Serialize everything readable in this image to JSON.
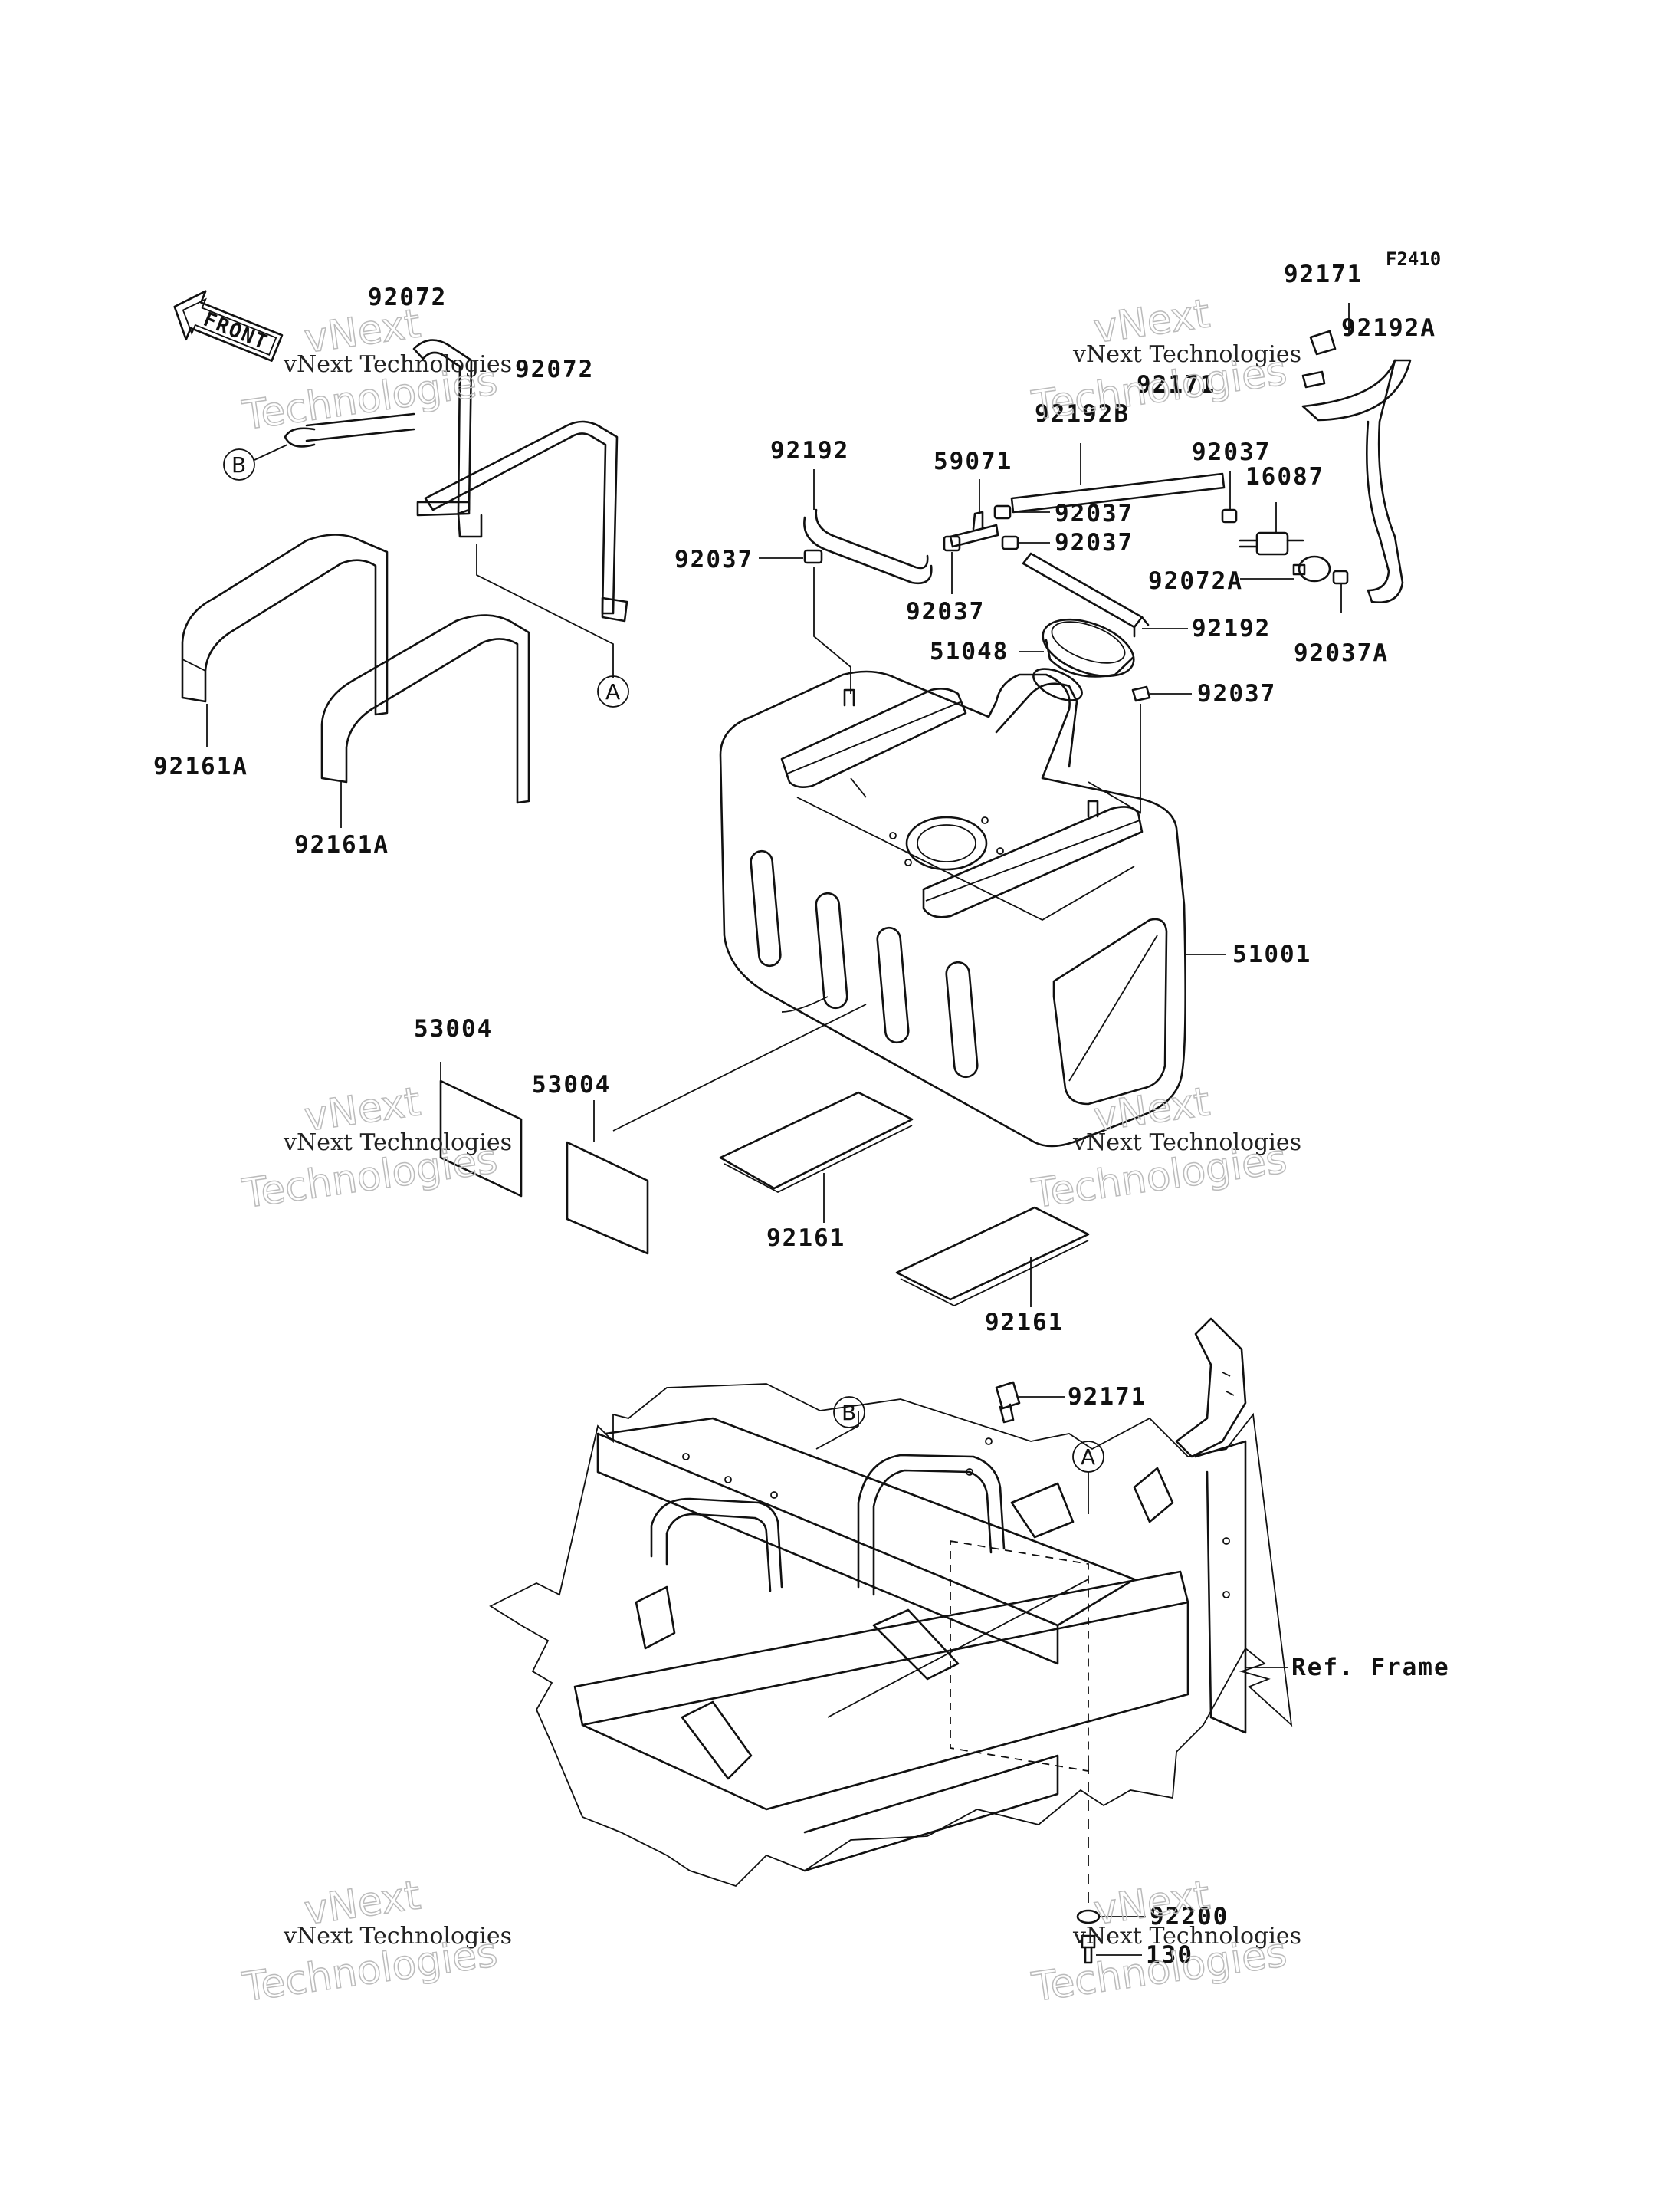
{
  "figure": {
    "code": "F2410",
    "front_arrow_label": "FRONT",
    "ref_frame_label": "Ref. Frame"
  },
  "callouts": {
    "a": "A",
    "b": "B"
  },
  "parts": {
    "p92072_upper": "92072",
    "p92072_lower": "92072",
    "p92161A_left": "92161A",
    "p92161A_right": "92161A",
    "p92192_left": "92192",
    "p92037_left": "92037",
    "p59071": "59071",
    "p92192B": "92192B",
    "p92037_mid1": "92037",
    "p92037_mid2": "92037",
    "p92037_mid3": "92037",
    "p92171_top": "92171",
    "p92192A": "92192A",
    "p92171_mid": "92171",
    "p92037_right": "92037",
    "p16087": "16087",
    "p92072A": "92072A",
    "p92037A": "92037A",
    "p92192_right": "92192",
    "p51048": "51048",
    "p92037_lower": "92037",
    "p51001": "51001",
    "p53004_left": "53004",
    "p53004_right": "53004",
    "p92161_left": "92161",
    "p92161_right": "92161",
    "p92171_frame": "92171",
    "p92200": "92200",
    "p130": "130"
  },
  "watermarks": [
    {
      "line1": "vNext Technologies",
      "line2": "vNext",
      "line3": "Technologies"
    },
    {
      "line1": "vNext Technologies",
      "line2": "vNext",
      "line3": "Technologies"
    },
    {
      "line1": "vNext Technologies",
      "line2": "vNext",
      "line3": "Technologies"
    },
    {
      "line1": "vNext Technologies",
      "line2": "vNext",
      "line3": "Technologies"
    },
    {
      "line1": "vNext Technologies",
      "line2": "vNext",
      "line3": "Technologies"
    },
    {
      "line1": "vNext Technologies",
      "line2": "vNext",
      "line3": "Technologies"
    }
  ]
}
